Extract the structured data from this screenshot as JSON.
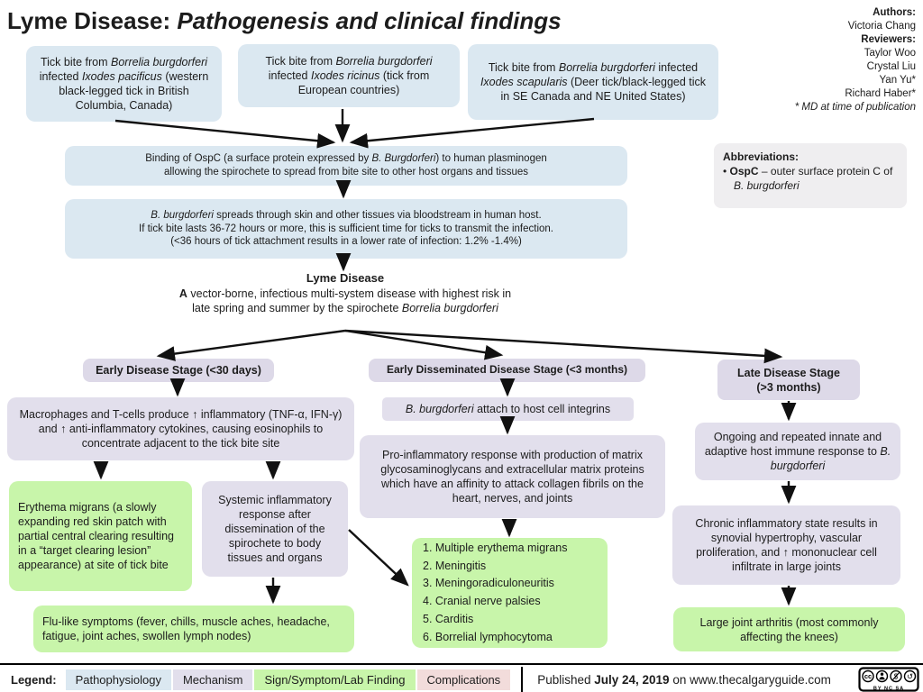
{
  "title": {
    "main": "Lyme Disease: ",
    "sub": "Pathogenesis and clinical findings"
  },
  "credits": {
    "authors_label": "Authors:",
    "authors": [
      "Victoria Chang"
    ],
    "reviewers_label": "Reviewers:",
    "reviewers": [
      "Taylor Woo",
      "Crystal Liu",
      "Yan Yu*",
      "Richard Haber*"
    ],
    "footnote": "* MD at time of publication"
  },
  "abbreviations": {
    "title": "Abbreviations:",
    "item": [
      {
        "t": "•  "
      },
      {
        "t": "OspC",
        "b": true
      },
      {
        "t": " – outer surface protein C of  "
      },
      {
        "t": "B. burgdorferi",
        "i": true
      }
    ]
  },
  "nodes": {
    "tick1": {
      "type": "pathophysiology",
      "text": [
        {
          "t": "Tick bite from "
        },
        {
          "t": "Borrelia burgdorferi",
          "i": true
        },
        {
          "t": " infected "
        },
        {
          "t": "Ixodes pacificus",
          "i": true
        },
        {
          "t": " (western black-legged tick in British Columbia, Canada)"
        }
      ]
    },
    "tick2": {
      "type": "pathophysiology",
      "text": [
        {
          "t": "Tick bite from "
        },
        {
          "t": "Borrelia burgdorferi",
          "i": true
        },
        {
          "t": " infected "
        },
        {
          "t": "Ixodes ricinus",
          "i": true
        },
        {
          "t": " (tick from European countries)"
        }
      ]
    },
    "tick3": {
      "type": "pathophysiology",
      "text": [
        {
          "t": "Tick bite from "
        },
        {
          "t": "Borrelia burgdorferi",
          "i": true
        },
        {
          "t": " infected "
        },
        {
          "t": "Ixodes scapularis",
          "i": true
        },
        {
          "t": " (Deer tick/black-legged tick in SE Canada and NE United States)"
        }
      ]
    },
    "ospc": {
      "type": "pathophysiology",
      "text": [
        {
          "t": "Binding of OspC (a surface protein expressed by "
        },
        {
          "t": "B. Burgdorferi",
          "i": true
        },
        {
          "t": ") to human plasminogen"
        },
        {
          "br": true
        },
        {
          "t": "allowing the spirochete to spread from bite site to other host organs and tissues"
        }
      ]
    },
    "spread": {
      "type": "pathophysiology",
      "text": [
        {
          "t": "B. burgdorferi",
          "i": true
        },
        {
          "t": " spreads through skin and other tissues via bloodstream in human host."
        },
        {
          "br": true
        },
        {
          "t": "If tick bite lasts 36-72 hours or more, this is sufficient time for ticks to transmit the infection."
        },
        {
          "br": true
        },
        {
          "t": "(<36 hours of tick attachment results in a lower rate of infection: 1.2% -1.4%)"
        }
      ]
    },
    "lyme_title": "Lyme Disease",
    "lyme_desc": [
      {
        "t": "A",
        "b": true
      },
      {
        "t": " vector-borne, infectious multi-system disease with highest risk in"
      },
      {
        "br": true
      },
      {
        "t": "late spring and summer by the spirochete "
      },
      {
        "t": "Borrelia burgdorferi",
        "i": true
      }
    ],
    "stage_early": "Early Disease Stage (<30 days)",
    "stage_disseminated": "Early Disseminated Disease Stage (<3 months)",
    "stage_late": [
      {
        "t": "Late Disease Stage"
      },
      {
        "br": true
      },
      {
        "t": "(>3 months)"
      }
    ],
    "macrophages": {
      "type": "mechanism",
      "text": "Macrophages and T-cells produce ↑ inflammatory (TNF-α, IFN-γ) and ↑ anti-inflammatory cytokines, causing eosinophils to concentrate adjacent to the tick bite site"
    },
    "erythema": {
      "type": "sign",
      "text": "Erythema migrans (a slowly expanding red skin patch with partial central clearing resulting in a “target clearing lesion” appearance) at site of tick bite"
    },
    "systemic": {
      "type": "mechanism",
      "text": "Systemic inflammatory response after dissemination of the spirochete to body tissues and organs"
    },
    "flu": {
      "type": "sign",
      "text": "Flu-like symptoms (fever, chills, muscle aches, headache, fatigue, joint aches, swollen lymph nodes)"
    },
    "integrins": {
      "type": "mechanism",
      "text": [
        {
          "t": "B. burgdorferi",
          "i": true
        },
        {
          "t": " attach to host cell integrins"
        }
      ]
    },
    "proinflammatory": {
      "type": "mechanism",
      "text": "Pro-inflammatory response with production of matrix glycosaminoglycans and extracellular matrix proteins which have an affinity to attack collagen fibrils on the heart, nerves, and joints"
    },
    "disseminated_findings": {
      "type": "sign",
      "items": [
        "1. Multiple erythema migrans",
        "2. Meningitis",
        "3. Meningoradiculoneuritis",
        "4. Cranial nerve palsies",
        "5. Carditis",
        "6. Borrelial lymphocytoma"
      ]
    },
    "ongoing": {
      "type": "mechanism",
      "text": [
        {
          "t": "Ongoing and repeated innate and adaptive host immune response to "
        },
        {
          "t": "B. burgdorferi",
          "i": true
        }
      ]
    },
    "chronic": {
      "type": "mechanism",
      "text": "Chronic inflammatory state results in synovial hypertrophy, vascular proliferation, and ↑ mononuclear cell infiltrate in large joints"
    },
    "large_joint": {
      "type": "sign",
      "text": "Large joint arthritis (most commonly affecting the knees)"
    }
  },
  "legend": {
    "label": "Legend:",
    "items": [
      {
        "label": "Pathophysiology",
        "color": "#dbe8f1"
      },
      {
        "label": "Mechanism",
        "color": "#e2dfec"
      },
      {
        "label": "Sign/Symptom/Lab Finding",
        "color": "#c8f5aa"
      },
      {
        "label": "Complications",
        "color": "#f2dcdb"
      }
    ]
  },
  "footer": {
    "published": [
      {
        "t": "Published "
      },
      {
        "t": "July 24, 2019",
        "b": true
      },
      {
        "t": " on www.thecalgaryguide.com"
      }
    ],
    "license": {
      "cc": "cc",
      "nc_glyph": "$",
      "sa_glyph": "↺",
      "caption": "BY NC SA"
    }
  },
  "colors": {
    "pathophysiology": "#dbe8f1",
    "mechanism": "#e2dfec",
    "sign_symptom": "#c8f5aa",
    "complications": "#f2dcdb",
    "stage_header": "#ddd9e8",
    "abbreviation_bg": "#efeef0",
    "arrow": "#111111"
  },
  "icons": {
    "license": "cc-by-nc-sa-icon"
  }
}
